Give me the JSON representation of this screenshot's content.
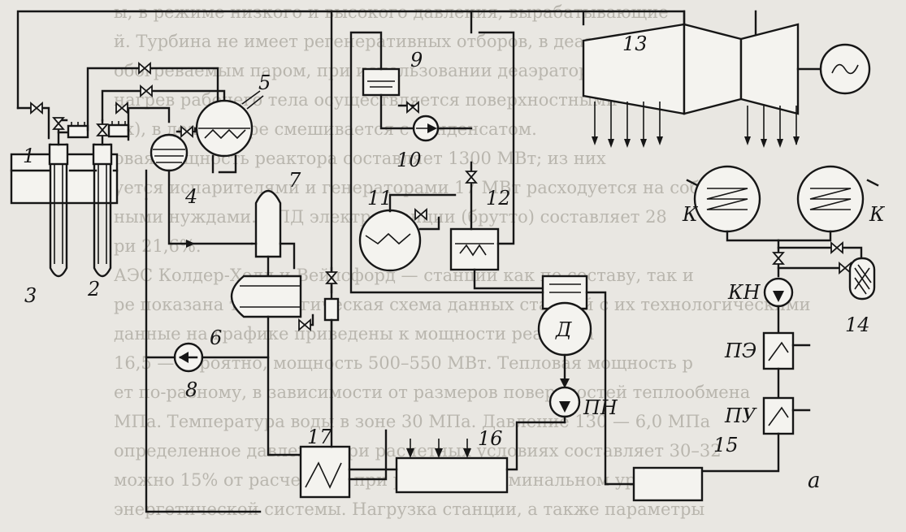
{
  "diagram": {
    "labels": {
      "n1": "1",
      "n2": "2",
      "n3": "3",
      "n4": "4",
      "n5": "5",
      "n6": "6",
      "n7": "7",
      "n8": "8",
      "n9": "9",
      "n10": "10",
      "n11": "11",
      "n12": "12",
      "n13": "13",
      "n14": "14",
      "n15": "15",
      "n16": "16",
      "n17": "17",
      "deaerator": "Д",
      "feed_pump": "ПН",
      "cond_pump": "КН",
      "ejector_heater": "ПЭ",
      "gland_heater": "ПУ",
      "condenser_left": "К",
      "condenser_right": "К",
      "figure_letter": "а"
    },
    "background_text": [
      "ы, в режиме низкого и высокого давления, вырабатывающие",
      "й. Турбина не имеет регенеративных отборов, в деаэраторе",
      "обогреваемым паром, при использовании деаэраторах.",
      "нагрев рабочего тела осуществляется поверхностными",
      "ях), в деаэраторе смешивается с конденсатом.",
      "овая мощность реактора составляет 1300 МВт; из них",
      "уется испарителями и генераторами 17 МВт расходуется на собствен-",
      "ными нуждами. КПД электростанции (брутто) составляет 28",
      "ри 21,6%.",
      "АЭС Колдер-Холл и Вейлсфорд — станции как по составу, так и",
      "ре показана технологическая схема данных станций с их технологическими",
      "данные на графике приведены к мощности реактора",
      "16,5 — вероятно, мощность 500–550 МВт. Тепловая мощность р",
      "ет по-разному, в зависимости от размеров поверхностей теплообмена",
      "МПа. Температура воды в зоне 30 МПа. Давление 130 — 6,0 МПа",
      "определенное давление при расчетных условиях составляет 30–32",
      "можно 15% от расчетной, при работе на номинальном уровне",
      "энергетической системы. Нагрузка станции, а также параметры"
    ]
  }
}
